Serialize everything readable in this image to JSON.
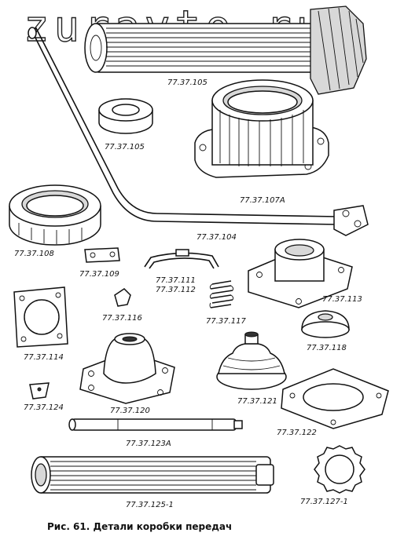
{
  "watermark": "zuravto.ru",
  "caption": "Рис. 61. Детали коробки передач",
  "parts": {
    "p105a": "77.37.105",
    "p105b": "77.37.105",
    "p107a": "77.37.107А",
    "p108": "77.37.108",
    "p104": "77.37.104",
    "p109": "77.37.109",
    "p111": "77.37.111",
    "p112": "77.37.112",
    "p113": "77.37.113",
    "p114": "77.37.114",
    "p116": "77.37.116",
    "p117": "77.37.117",
    "p118": "77.37.118",
    "p124": "77.37.124",
    "p120": "77.37.120",
    "p121": "77.37.121",
    "p122": "77.37.122",
    "p123a": "77.37.123А",
    "p125": "77.37.125-1",
    "p127": "77.37.127-1"
  }
}
